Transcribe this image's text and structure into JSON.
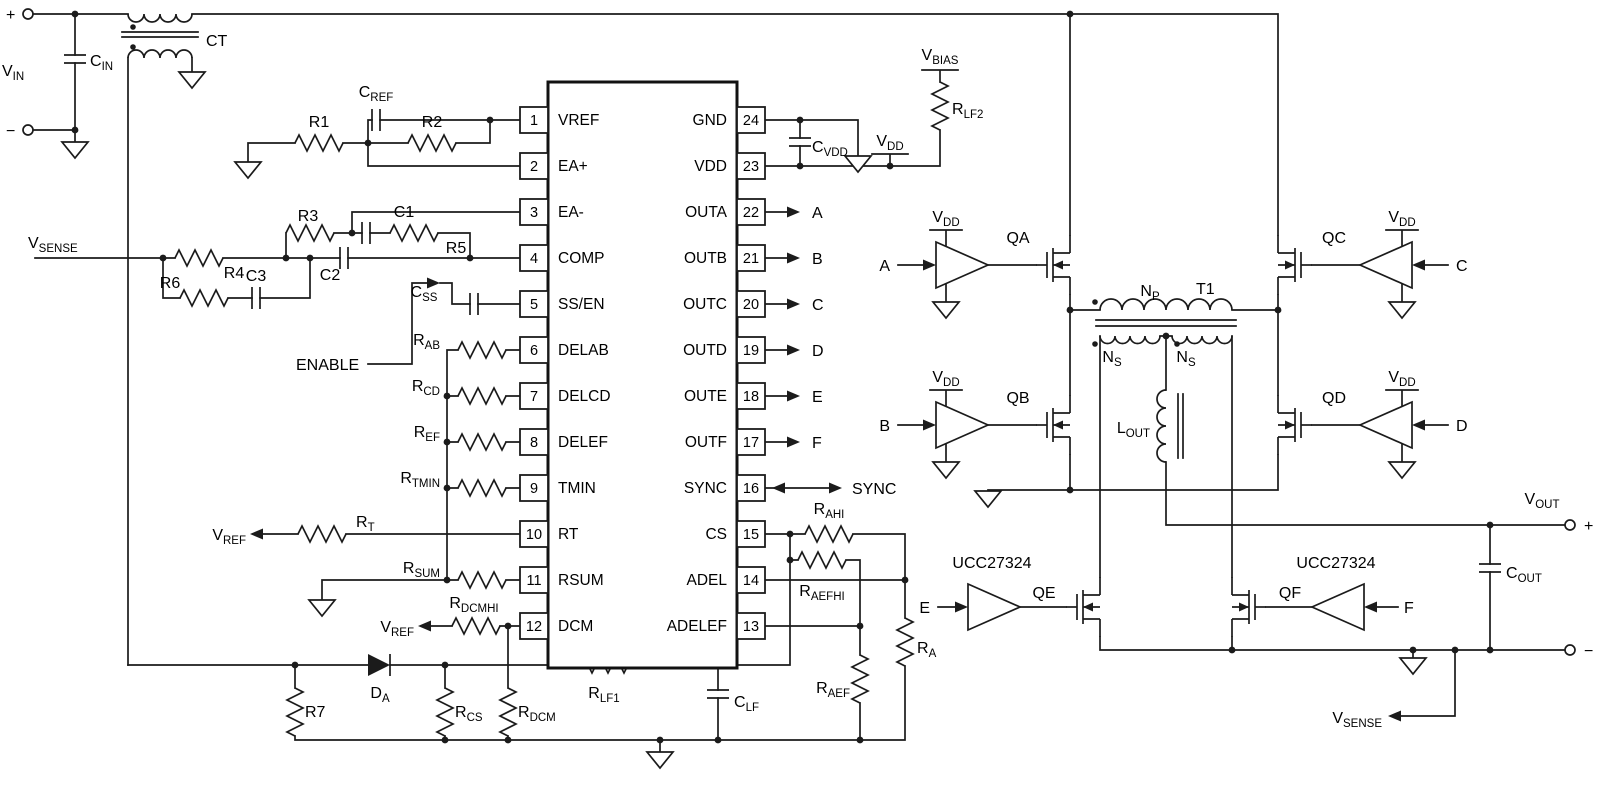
{
  "ic": {
    "left_pins": [
      {
        "num": "1",
        "name": "VREF"
      },
      {
        "num": "2",
        "name": "EA+"
      },
      {
        "num": "3",
        "name": "EA-"
      },
      {
        "num": "4",
        "name": "COMP"
      },
      {
        "num": "5",
        "name": "SS/EN"
      },
      {
        "num": "6",
        "name": "DELAB"
      },
      {
        "num": "7",
        "name": "DELCD"
      },
      {
        "num": "8",
        "name": "DELEF"
      },
      {
        "num": "9",
        "name": "TMIN"
      },
      {
        "num": "10",
        "name": "RT"
      },
      {
        "num": "11",
        "name": "RSUM"
      },
      {
        "num": "12",
        "name": "DCM"
      }
    ],
    "right_pins": [
      {
        "num": "24",
        "name": "GND"
      },
      {
        "num": "23",
        "name": "VDD"
      },
      {
        "num": "22",
        "name": "OUTA"
      },
      {
        "num": "21",
        "name": "OUTB"
      },
      {
        "num": "20",
        "name": "OUTC"
      },
      {
        "num": "19",
        "name": "OUTD"
      },
      {
        "num": "18",
        "name": "OUTE"
      },
      {
        "num": "17",
        "name": "OUTF"
      },
      {
        "num": "16",
        "name": "SYNC"
      },
      {
        "num": "15",
        "name": "CS"
      },
      {
        "num": "14",
        "name": "ADEL"
      },
      {
        "num": "13",
        "name": "ADELEF"
      }
    ]
  },
  "labels": {
    "plus": "+",
    "minus": "−",
    "vin": {
      "t": "V",
      "s": "IN"
    },
    "cin": {
      "t": "C",
      "s": "IN"
    },
    "ct": "CT",
    "r1": "R1",
    "r2": "R2",
    "r3": "R3",
    "r4": "R4",
    "r5": "R5",
    "r6": "R6",
    "r7": "R7",
    "c1": "C1",
    "c2": "C2",
    "c3": "C3",
    "cref": {
      "t": "C",
      "s": "REF"
    },
    "css": {
      "t": "C",
      "s": "SS"
    },
    "enable": "ENABLE",
    "vsense": {
      "t": "V",
      "s": "SENSE"
    },
    "rab": {
      "t": "R",
      "s": "AB"
    },
    "rcd": {
      "t": "R",
      "s": "CD"
    },
    "ref": {
      "t": "R",
      "s": "EF"
    },
    "rtmin": {
      "t": "R",
      "s": "TMIN"
    },
    "rt": {
      "t": "R",
      "s": "T"
    },
    "vref": {
      "t": "V",
      "s": "REF"
    },
    "rsum": {
      "t": "R",
      "s": "SUM"
    },
    "rdcmhi": {
      "t": "R",
      "s": "DCMHI"
    },
    "rdcm": {
      "t": "R",
      "s": "DCM"
    },
    "rcs": {
      "t": "R",
      "s": "CS"
    },
    "da": {
      "t": "D",
      "s": "A"
    },
    "rlf1": {
      "t": "R",
      "s": "LF1"
    },
    "clf": {
      "t": "C",
      "s": "LF"
    },
    "cvdd": {
      "t": "C",
      "s": "VDD"
    },
    "vdd": {
      "t": "V",
      "s": "DD"
    },
    "vbias": {
      "t": "V",
      "s": "BIAS"
    },
    "rlf2": {
      "t": "R",
      "s": "LF2"
    },
    "rahi": {
      "t": "R",
      "s": "AHI"
    },
    "raefhi": {
      "t": "R",
      "s": "AEFHI"
    },
    "ra": {
      "t": "R",
      "s": "A"
    },
    "raef": {
      "t": "R",
      "s": "AEF"
    },
    "sync": "SYNC",
    "a": "A",
    "b": "B",
    "c": "C",
    "d": "D",
    "e": "E",
    "f": "F",
    "qa": "QA",
    "qb": "QB",
    "qc": "QC",
    "qd": "QD",
    "qe": "QE",
    "qf": "QF",
    "np": {
      "t": "N",
      "s": "P"
    },
    "ns": {
      "t": "N",
      "s": "S"
    },
    "t1": "T1",
    "lout": {
      "t": "L",
      "s": "OUT"
    },
    "ucc": "UCC27324",
    "vout": {
      "t": "V",
      "s": "OUT"
    },
    "cout": {
      "t": "C",
      "s": "OUT"
    }
  }
}
